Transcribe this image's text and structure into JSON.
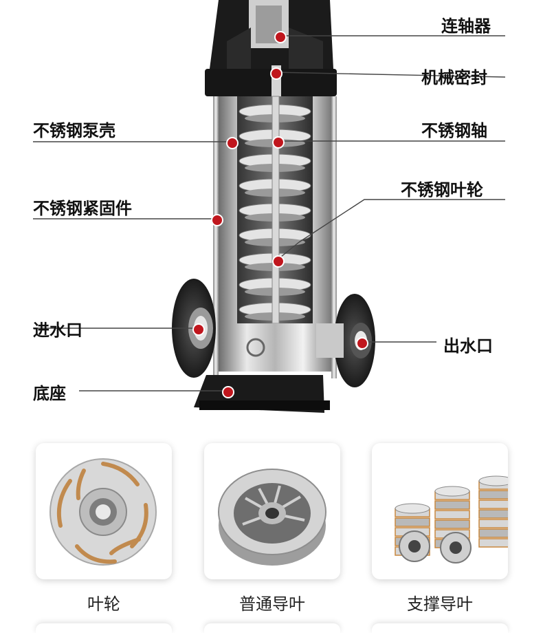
{
  "callouts": {
    "coupling": "连轴器",
    "mech_seal": "机械密封",
    "pump_casing": "不锈钢泵壳",
    "shaft": "不锈钢轴",
    "impeller": "不锈钢叶轮",
    "fasteners": "不锈钢紧固件",
    "inlet": "进水口",
    "outlet": "出水口",
    "base": "底座"
  },
  "parts": [
    {
      "label": "叶轮",
      "icon": "impeller-photo"
    },
    {
      "label": "普通导叶",
      "icon": "guide-vane-photo"
    },
    {
      "label": "支撑导叶",
      "icon": "support-guide-vane-photo"
    }
  ],
  "colors": {
    "marker": "#c0161d",
    "line": "#444444",
    "card_bg": "#ffffff"
  }
}
